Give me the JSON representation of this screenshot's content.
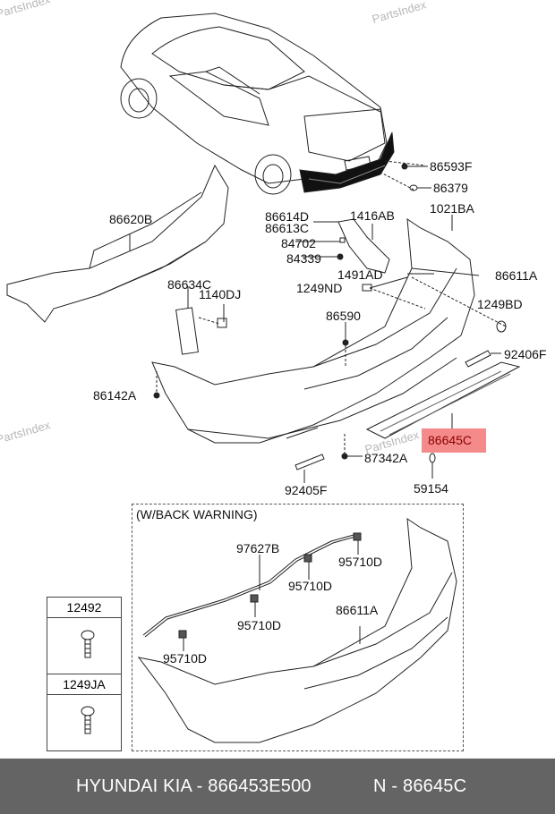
{
  "watermark": "PartsIndex",
  "highlight": {
    "part": "86645C",
    "color": "#f58a8a",
    "text_color": "#8b0000"
  },
  "labels": {
    "l86593F": "86593F",
    "l86379": "86379",
    "l86620B": "86620B",
    "l86614D": "86614D",
    "l86613C": "86613C",
    "l1416AB": "1416AB",
    "l1021BA": "1021BA",
    "l84702": "84702",
    "l84339": "84339",
    "l1491AD": "1491AD",
    "l86611A": "86611A",
    "l1249ND": "1249ND",
    "l86634C": "86634C",
    "l1140DJ": "1140DJ",
    "l1249BD": "1249BD",
    "l86590": "86590",
    "l92406F": "92406F",
    "l86142A": "86142A",
    "l87342A": "87342A",
    "l92405F": "92405F",
    "l59154": "59154"
  },
  "inset": {
    "title": "(W/BACK WARNING)",
    "labels": {
      "l97627B": "97627B",
      "l95710D_1": "95710D",
      "l95710D_2": "95710D",
      "l95710D_3": "95710D",
      "l95710D_4": "95710D",
      "l86611A": "86611A"
    }
  },
  "fastener_box": {
    "items": [
      {
        "code": "12492",
        "icon": "screw-icon"
      },
      {
        "code": "1249JA",
        "icon": "screw-icon"
      }
    ]
  },
  "footer": {
    "brand_part": "HYUNDAI  KIA - 866453E500",
    "ref": "N - 86645C"
  }
}
